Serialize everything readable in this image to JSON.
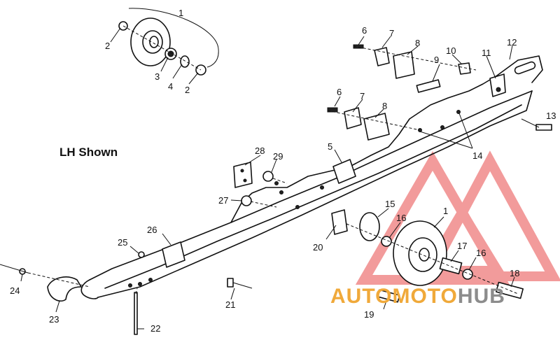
{
  "caption": "LH Shown",
  "watermark": {
    "part1": "AUTO",
    "part2": "MOTO",
    "part3": "HUB",
    "color_primary": "#f0a93a",
    "color_secondary": "#8c8c8c",
    "logo_color": "#f08a8a"
  },
  "callouts": {
    "c1_top": "1",
    "c2_left": "2",
    "c3": "3",
    "c4": "4",
    "c2_right": "2",
    "c6_top": "6",
    "c7_top": "7",
    "c8_top": "8",
    "c9": "9",
    "c10": "10",
    "c11": "11",
    "c12": "12",
    "c6_mid": "6",
    "c7_mid": "7",
    "c8_mid": "8",
    "c13": "13",
    "c14": "14",
    "c5": "5",
    "c28": "28",
    "c29": "29",
    "c27": "27",
    "c15": "15",
    "c16_left": "16",
    "c1_bottom": "1",
    "c26": "26",
    "c20": "20",
    "c17": "17",
    "c16_right": "16",
    "c25": "25",
    "c18": "18",
    "c24": "24",
    "c21": "21",
    "c23": "23",
    "c19": "19",
    "c22": "22"
  }
}
